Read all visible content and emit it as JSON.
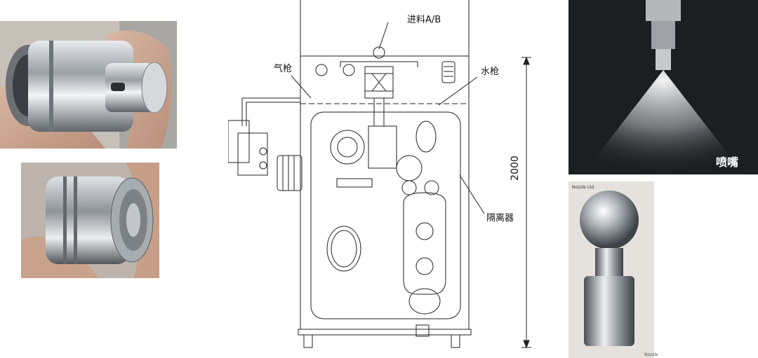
{
  "diagram": {
    "labels": {
      "feed": "进料A/B",
      "air_gun": "气枪",
      "water_gun": "水枪",
      "isolator": "隔离器",
      "dimension": "2000"
    }
  },
  "photos": {
    "top_right": {
      "caption": "喷嘴",
      "icon": "spray-nozzle-icon"
    },
    "top_left": {
      "icon": "quick-coupling-photo"
    },
    "bottom_left": {
      "icon": "quick-coupling-photo"
    },
    "bottom_right": {
      "icon": "rotating-spray-ball-photo",
      "brand_text": "Nozzle Ltd",
      "mark_text": "Nozzle"
    }
  },
  "colors": {
    "line": "#222222",
    "dark_bg": "#1c1f22",
    "steel": "#c9ccd0"
  }
}
